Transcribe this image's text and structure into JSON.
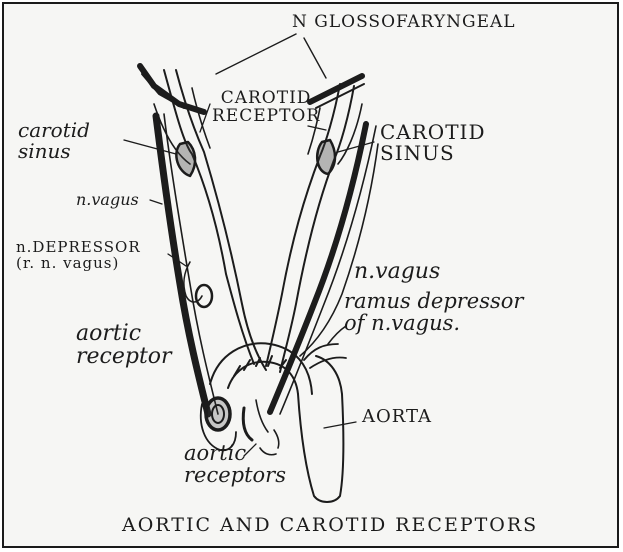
{
  "labels": {
    "n_glossofaringeal": "N GLOSSOFARYNGEAL",
    "carotid_receptor": "CAROTID\nRECEPTOR",
    "carotid_sinus_left": "carotid\nsinus",
    "carotid_sinus_right": "CAROTID\nSINUS",
    "n_vagus_left": "n.vagus",
    "n_depressor": "n.DEPRESSOR\n(r. n. vagus)",
    "n_vagus_right": "n.vagus",
    "ramus_depressor": "ramus depressor\nof n.vagus.",
    "aortic_receptor": "aortic\nreceptor",
    "aorta": "AORTA",
    "aortic_receptors": "aortic\nreceptors",
    "caption": "AORTIC AND CAROTID RECEPTORS"
  },
  "colors": {
    "ink": "#1c1c1c",
    "paper": "#f6f6f4",
    "border": "#1a1a1a"
  }
}
